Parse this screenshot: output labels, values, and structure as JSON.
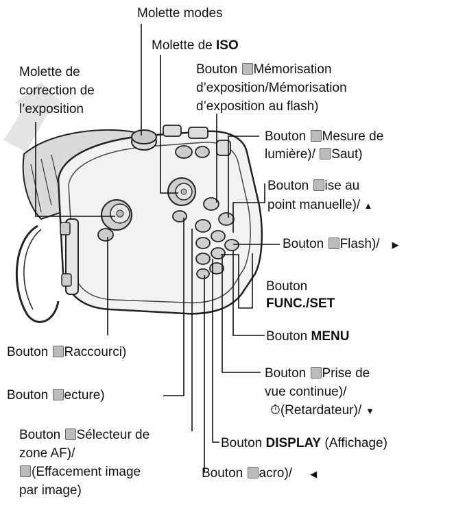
{
  "labels": {
    "molette_modes": "Molette modes",
    "molette_iso_prefix": "Molette de ",
    "molette_iso_bold": "ISO",
    "molette_correction_1": "Molette de",
    "molette_correction_2": "correction de",
    "molette_correction_3": "l’exposition",
    "memo_1": "Mémorisation",
    "memo_2": "d’exposition/Mémorisation",
    "memo_3": "d’exposition au flash)",
    "memo_prefix": "Bouton ",
    "mesure_1": "Mesure de",
    "mesure_2a": "lumière)/ ",
    "mesure_2b": "Saut)",
    "mesure_prefix": "Bouton ",
    "mise_prefix": "Bouton ",
    "mise_1": "ise au",
    "mise_2": "point manuelle)/ ",
    "flash_prefix": "Bouton ",
    "flash_1": "Flash)/",
    "func_1": "Bouton",
    "func_2": "FUNC./SET",
    "menu_prefix": "Bouton ",
    "menu_bold": "MENU",
    "raccourci_prefix": "Bouton ",
    "raccourci_1": "Raccourci)",
    "lecture_prefix": "Bouton ",
    "lecture_1": "ecture)",
    "prise_prefix": "Bouton ",
    "prise_1": "Prise de",
    "prise_2": "vue continue)/",
    "prise_3": "(Retardateur)/",
    "selecteur_prefix": "Bouton ",
    "selecteur_1": "Sélecteur de",
    "selecteur_2": "zone AF)/",
    "selecteur_3": "(Effacement image",
    "selecteur_4": "par image)",
    "display_prefix": "Bouton ",
    "display_bold": "DISPLAY",
    "display_suffix": " (Affichage)",
    "macro_prefix": "Bouton ",
    "macro_1": "acro)/"
  },
  "colors": {
    "line": "#111111",
    "housing": "#efefef",
    "housing_stroke": "#222222",
    "watermark": "#dedede"
  }
}
